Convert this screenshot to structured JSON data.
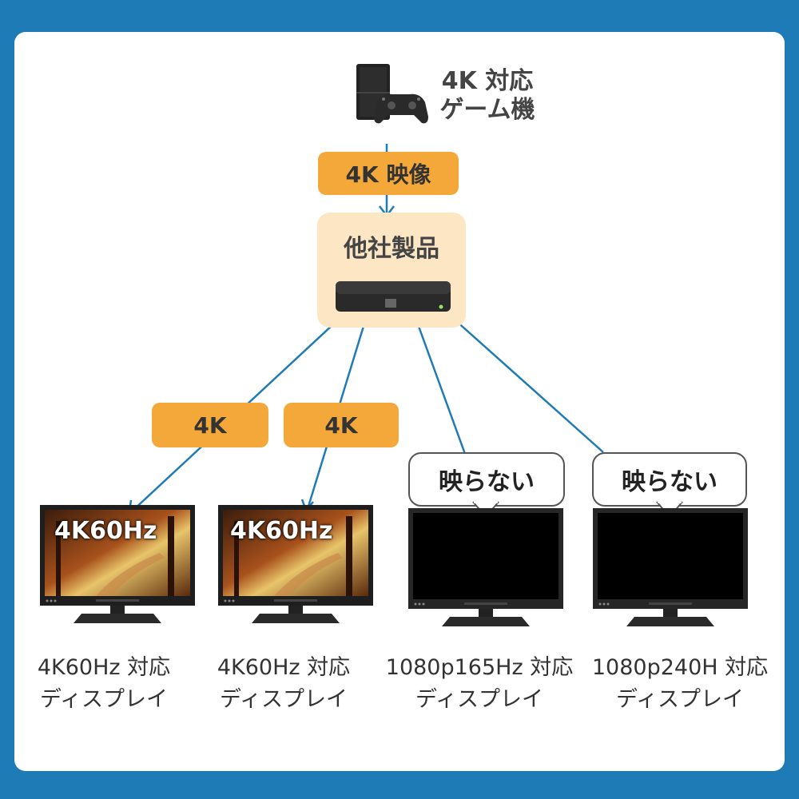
{
  "source": {
    "label": "4K 対応\nゲーム機"
  },
  "signal_tag": "4K 映像",
  "device": {
    "title": "他社製品"
  },
  "outputs": [
    {
      "tag": "4K",
      "screen_text": "4K60Hz",
      "caption": "4K60Hz 対応\nディスプレイ"
    },
    {
      "tag": "4K",
      "screen_text": "4K60Hz",
      "caption": "4K60Hz 対応\nディスプレイ"
    },
    {
      "bubble": "映らない",
      "caption": "1080p165Hz 対応\nディスプレイ"
    },
    {
      "bubble": "映らない",
      "caption": "1080p240H 対応\nディスプレイ"
    }
  ],
  "colors": {
    "background": "#1f7bb6",
    "tag": "#f5a83a",
    "device_box": "#fde6c4",
    "line": "#1f7bb6"
  },
  "icons": [
    "game-console-icon",
    "controller-icon",
    "hdmi-splitter-icon",
    "monitor-icon"
  ]
}
